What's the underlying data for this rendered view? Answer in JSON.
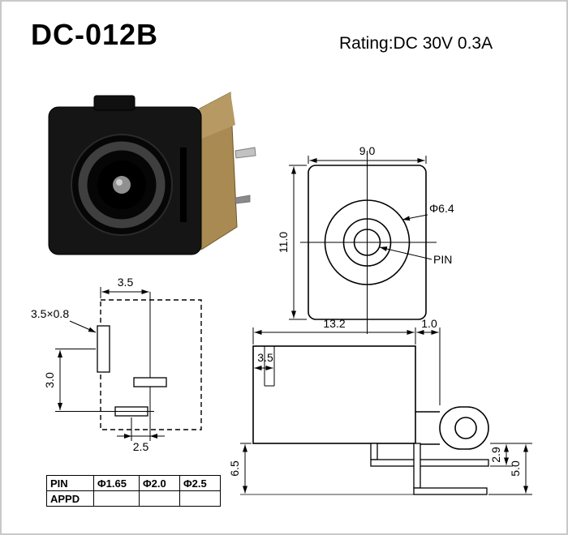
{
  "header": {
    "title": "DC-012B",
    "rating": "Rating:DC 30V 0.3A"
  },
  "colors": {
    "ink": "#000000",
    "page_border": "#c9c9c9",
    "photo_body": "#151515",
    "photo_bronze": "#a98a52",
    "photo_pin_metal": "#c2c2c2"
  },
  "front_view": {
    "dim_width": "9.0",
    "dim_height": "11.0",
    "diameter_label": "Φ6.4",
    "pin_label": "PIN"
  },
  "footprint_view": {
    "dim_top_pitch": "3.5",
    "pad_size_label": "3.5×0.8",
    "dim_vertical_pitch": "3.0",
    "dim_bottom_pitch": "2.5"
  },
  "side_view": {
    "dim_total_width": "13.2",
    "dim_flange": "1.0",
    "dim_notch": "3.5",
    "dim_height": "6.5",
    "dim_pin_upper": "2.9",
    "dim_pin_lower": "5.0"
  },
  "spec_table": {
    "rows": [
      {
        "label": "PIN",
        "values": [
          "Φ1.65",
          "Φ2.0",
          "Φ2.5"
        ]
      },
      {
        "label": "APPD",
        "values": [
          "",
          "",
          ""
        ]
      }
    ]
  }
}
